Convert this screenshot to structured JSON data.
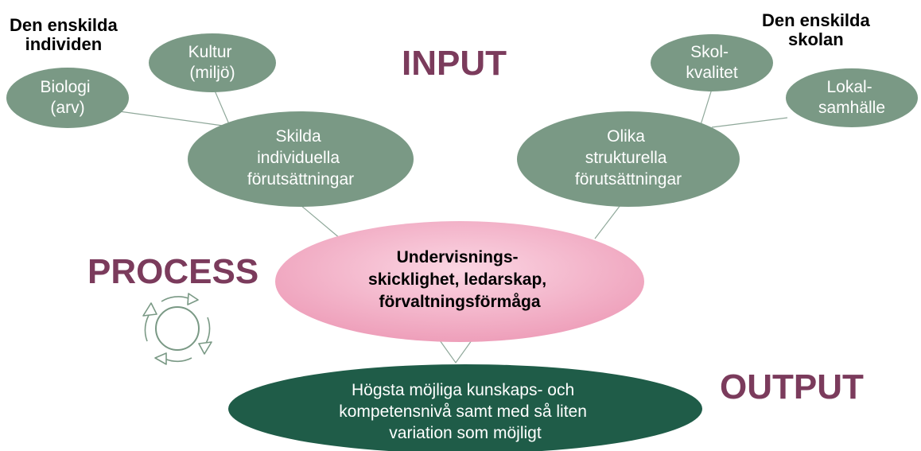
{
  "labels": {
    "input": "INPUT",
    "process": "PROCESS",
    "output": "OUTPUT",
    "individ": [
      "Den enskilda",
      "individen"
    ],
    "skola": [
      "Den enskilda",
      "skolan"
    ]
  },
  "nodes": {
    "biologi": [
      "Biologi",
      "(arv)"
    ],
    "kultur": [
      "Kultur",
      "(miljö)"
    ],
    "individuella": [
      "Skilda",
      "individuella",
      "förutsättningar"
    ],
    "skolkvalitet": [
      "Skol-",
      "kvalitet"
    ],
    "lokalsamhalle": [
      "Lokal-",
      "samhälle"
    ],
    "strukturella": [
      "Olika",
      "strukturella",
      "förutsättningar"
    ],
    "undervisning": [
      "Undervisnings-",
      "skicklighet, ledarskap,",
      "förvaltningsförmåga"
    ],
    "output": [
      "Högsta möjliga kunskaps- och",
      "kompetensnivå samt med så liten",
      "variation som möjligt"
    ]
  },
  "colors": {
    "gray_green": "#7a9985",
    "dark_green": "#1f5c48",
    "pink": "#f2a8c0",
    "accent": "#7b3b5c",
    "connector": "#8fa89a"
  },
  "icons": [
    "cycle-arrows-icon"
  ]
}
